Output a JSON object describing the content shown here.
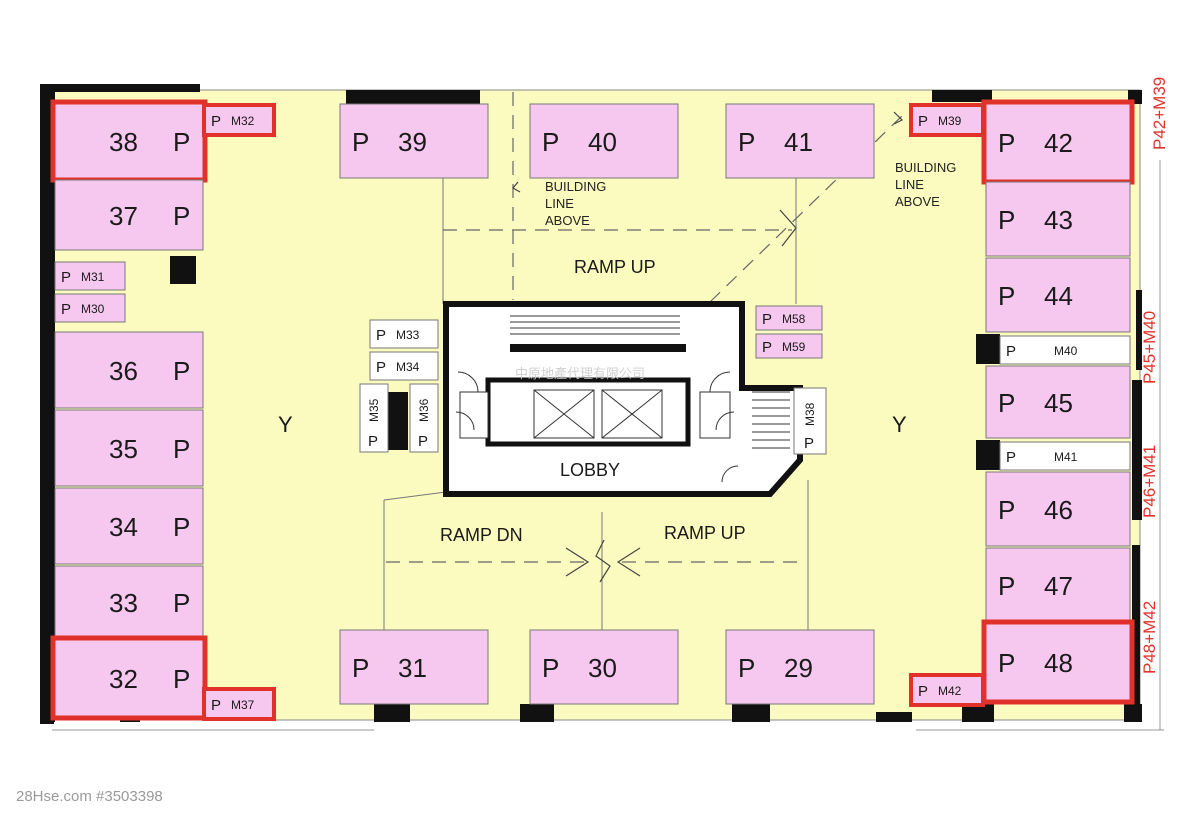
{
  "colors": {
    "floor": "#fbfbbf",
    "bay": "#f6c8ef",
    "highlight": "#e0322b",
    "wall": "#111111"
  },
  "large_bays": [
    {
      "id": "bay-38",
      "num": "38",
      "p": "P",
      "order": "num-first"
    },
    {
      "id": "bay-37",
      "num": "37",
      "p": "P",
      "order": "num-first"
    },
    {
      "id": "bay-36",
      "num": "36",
      "p": "P",
      "order": "num-first"
    },
    {
      "id": "bay-35",
      "num": "35",
      "p": "P",
      "order": "num-first"
    },
    {
      "id": "bay-34",
      "num": "34",
      "p": "P",
      "order": "num-first"
    },
    {
      "id": "bay-33",
      "num": "33",
      "p": "P",
      "order": "num-first"
    },
    {
      "id": "bay-32",
      "num": "32",
      "p": "P",
      "order": "num-first"
    },
    {
      "id": "bay-39",
      "num": "39",
      "p": "P",
      "order": "p-first"
    },
    {
      "id": "bay-40",
      "num": "40",
      "p": "P",
      "order": "p-first"
    },
    {
      "id": "bay-41",
      "num": "41",
      "p": "P",
      "order": "p-first"
    },
    {
      "id": "bay-42",
      "num": "42",
      "p": "P",
      "order": "p-first"
    },
    {
      "id": "bay-43",
      "num": "43",
      "p": "P",
      "order": "p-first"
    },
    {
      "id": "bay-44",
      "num": "44",
      "p": "P",
      "order": "p-first"
    },
    {
      "id": "bay-45",
      "num": "45",
      "p": "P",
      "order": "p-first"
    },
    {
      "id": "bay-46",
      "num": "46",
      "p": "P",
      "order": "p-first"
    },
    {
      "id": "bay-47",
      "num": "47",
      "p": "P",
      "order": "p-first"
    },
    {
      "id": "bay-48",
      "num": "48",
      "p": "P",
      "order": "p-first"
    },
    {
      "id": "bay-31",
      "num": "31",
      "p": "P",
      "order": "p-first"
    },
    {
      "id": "bay-30",
      "num": "30",
      "p": "P",
      "order": "p-first"
    },
    {
      "id": "bay-29",
      "num": "29",
      "p": "P",
      "order": "p-first"
    }
  ],
  "moto_bays": [
    {
      "id": "moto-m32",
      "p": "P",
      "code": "M32"
    },
    {
      "id": "moto-m31",
      "p": "P",
      "code": "M31"
    },
    {
      "id": "moto-m30",
      "p": "P",
      "code": "M30"
    },
    {
      "id": "moto-m37",
      "p": "P",
      "code": "M37"
    },
    {
      "id": "moto-m33",
      "p": "P",
      "code": "M33"
    },
    {
      "id": "moto-m34",
      "p": "P",
      "code": "M34"
    },
    {
      "id": "moto-m58",
      "p": "P",
      "code": "M58"
    },
    {
      "id": "moto-m59",
      "p": "P",
      "code": "M59"
    },
    {
      "id": "moto-m39",
      "p": "P",
      "code": "M39"
    },
    {
      "id": "moto-m40",
      "p": "P",
      "code": "M40"
    },
    {
      "id": "moto-m41",
      "p": "P",
      "code": "M41"
    },
    {
      "id": "moto-m42",
      "p": "P",
      "code": "M42"
    }
  ],
  "vertical_moto_bays": [
    {
      "id": "moto-m35",
      "p": "P",
      "code": "M35"
    },
    {
      "id": "moto-m36",
      "p": "P",
      "code": "M36"
    },
    {
      "id": "moto-m38",
      "p": "P",
      "code": "M38"
    }
  ],
  "labels": {
    "ramp_up_top": "RAMP UP",
    "ramp_dn": "RAMP DN",
    "ramp_up_bottom": "RAMP UP",
    "lobby": "LOBBY",
    "y_left": "Y",
    "y_right": "Y",
    "building_line_left": [
      "BUILDING",
      "LINE",
      "ABOVE"
    ],
    "building_line_right": [
      "BUILDING",
      "LINE",
      "ABOVE"
    ]
  },
  "side_annotations": {
    "p42_m39": "P42+M39",
    "p45_m40": "P45+M40",
    "p46_m41": "P46+M41",
    "p48_m42": "P48+M42"
  },
  "watermark": "中原地產代理有限公司",
  "footer": "28Hse.com #3503398"
}
